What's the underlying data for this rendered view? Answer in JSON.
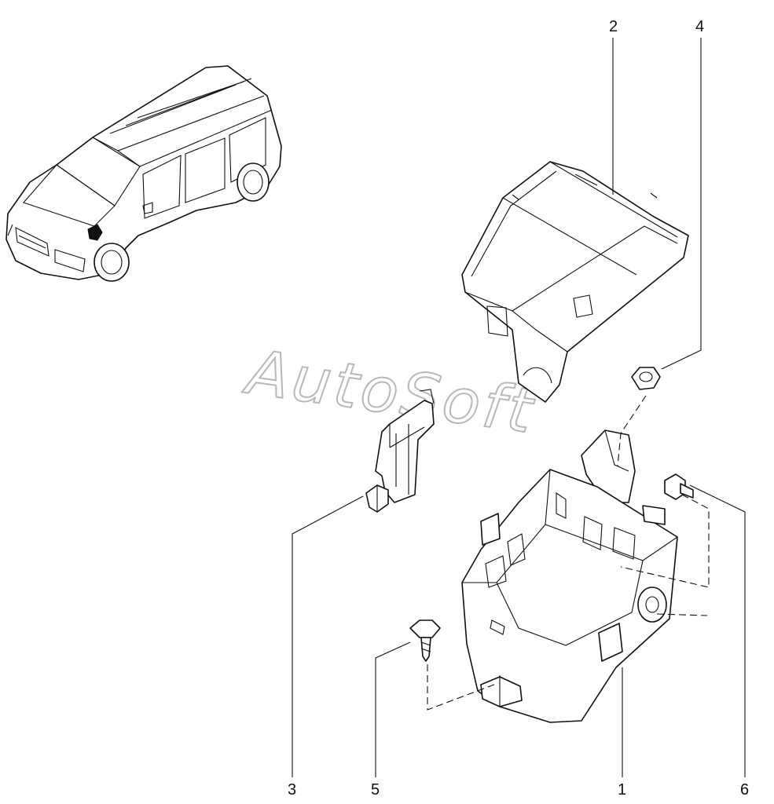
{
  "watermark": "AutoSoft",
  "callouts": [
    {
      "id": "2",
      "label": "2"
    },
    {
      "id": "4",
      "label": "4"
    },
    {
      "id": "3",
      "label": "3"
    },
    {
      "id": "5",
      "label": "5"
    },
    {
      "id": "1",
      "label": "1"
    },
    {
      "id": "6",
      "label": "6"
    }
  ],
  "parts": [
    {
      "callout": "1",
      "name": "fuse-box-housing"
    },
    {
      "callout": "2",
      "name": "fuse-box-cover"
    },
    {
      "callout": "3",
      "name": "bracket"
    },
    {
      "callout": "4",
      "name": "nut"
    },
    {
      "callout": "5",
      "name": "screw"
    },
    {
      "callout": "6",
      "name": "bolt"
    }
  ],
  "colors": {
    "line": "#111111",
    "background": "#ffffff",
    "watermark_outline": "#b8b8b8"
  }
}
